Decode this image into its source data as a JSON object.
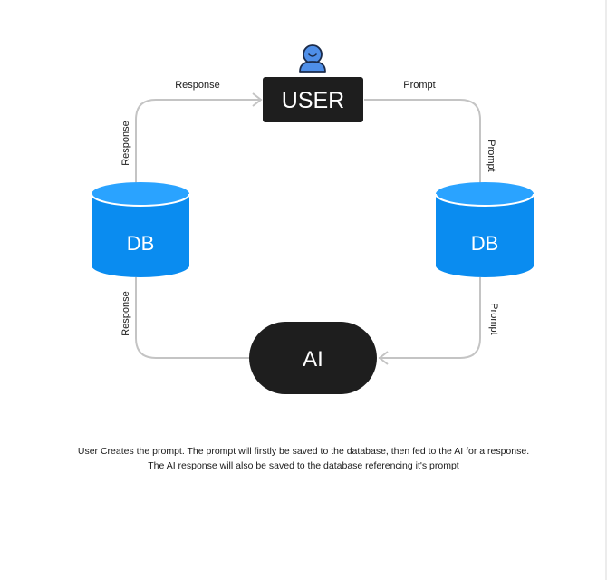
{
  "nodes": {
    "user": "USER",
    "db_left": "DB",
    "db_right": "DB",
    "ai": "AI"
  },
  "edges": {
    "top_left": "Response",
    "top_right": "Prompt",
    "left_upper": "Response",
    "left_lower": "Response",
    "right_upper": "Prompt",
    "right_lower": "Prompt"
  },
  "caption": {
    "line1": "User Creates the prompt. The prompt will firstly be saved to the database, then fed to the AI for a response.",
    "line2": "The AI response will also be saved to the database referencing it's prompt"
  },
  "colors": {
    "db_fill": "#0a8cf0",
    "db_top": "#2aa3ff",
    "node_dark": "#1e1e1e",
    "connector": "#c4c4c4",
    "user_icon": "#4f8fe8"
  },
  "icons": {
    "user": "user-icon"
  }
}
